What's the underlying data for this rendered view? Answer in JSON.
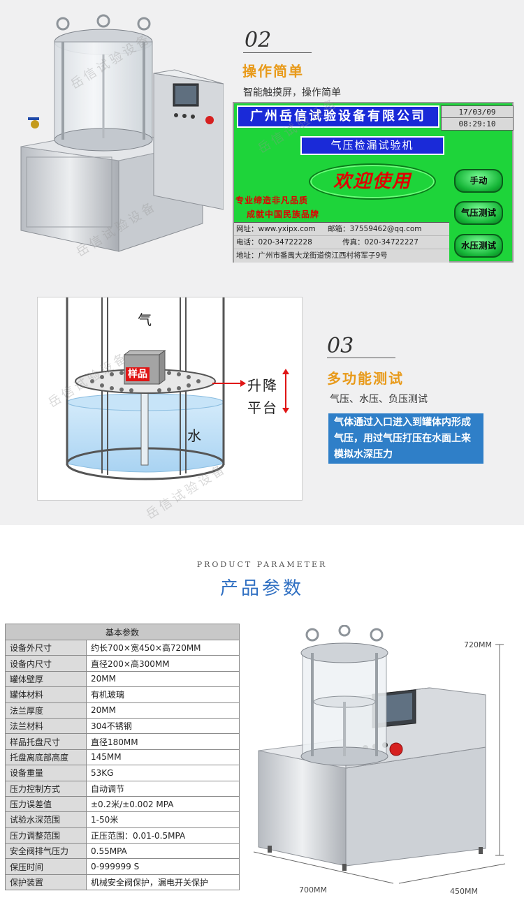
{
  "watermark": "岳信试验设备",
  "section02": {
    "num": "02",
    "title": "操作简单",
    "subtitle": "智能触摸屏，操作简单",
    "screen": {
      "company": "广州岳信试验设备有限公司",
      "date": "17/03/09",
      "time": "08:29:10",
      "machine_name": "气压检漏试验机",
      "welcome": "欢迎使用",
      "slogan1": "专业缔造非凡品质",
      "slogan2": "成就中国民族品牌",
      "web": "网址：www.yxipx.com",
      "email": "邮箱：37559462@qq.com",
      "phone": "电话：020-34722228",
      "fax": "传真：020-34722227",
      "address": "地址：广州市番禺大龙街道傍江西村将军子9号",
      "buttons": [
        "手动",
        "气压测试",
        "水压测试"
      ]
    }
  },
  "section03": {
    "num": "03",
    "title": "多功能测试",
    "subtitle": "气压、水压、负压测试",
    "callout": "气体通过入口进入到罐体内形成气压，用过气压打压在水面上来模拟水深压力",
    "diagram": {
      "gas": "气",
      "sample": "样品",
      "platform_line1": "升降",
      "platform_line2": "平台",
      "water": "水"
    }
  },
  "params": {
    "heading_en": "PRODUCT PARAMETER",
    "heading_cn": "产品参数",
    "table_title": "基本参数",
    "rows": [
      [
        "设备外尺寸",
        "约长700×宽450×高720MM"
      ],
      [
        "设备内尺寸",
        "直径200×高300MM"
      ],
      [
        "罐体壁厚",
        "20MM"
      ],
      [
        "罐体材料",
        "有机玻璃"
      ],
      [
        "法兰厚度",
        "20MM"
      ],
      [
        "法兰材料",
        "304不锈钢"
      ],
      [
        "样品托盘尺寸",
        "直径180MM"
      ],
      [
        "托盘离底部高度",
        "145MM"
      ],
      [
        "设备重量",
        "53KG"
      ],
      [
        "压力控制方式",
        "自动调节"
      ],
      [
        "压力误差值",
        "±0.2米/±0.002 MPA"
      ],
      [
        "试验水深范围",
        "1-50米"
      ],
      [
        "压力调整范围",
        "正压范围：0.01-0.5MPA"
      ],
      [
        "安全阀排气压力",
        "0.55MPA"
      ],
      [
        "保压时间",
        "0-999999 S"
      ],
      [
        "保护装置",
        "机械安全阀保护，漏电开关保护"
      ]
    ],
    "dims": {
      "height": "720MM",
      "length": "700MM",
      "width": "450MM"
    }
  },
  "colors": {
    "accent_orange": "#e89a1a",
    "accent_blue": "#2f6fc2",
    "screen_green": "#1ed43a",
    "screen_blue": "#1a2ad8"
  }
}
